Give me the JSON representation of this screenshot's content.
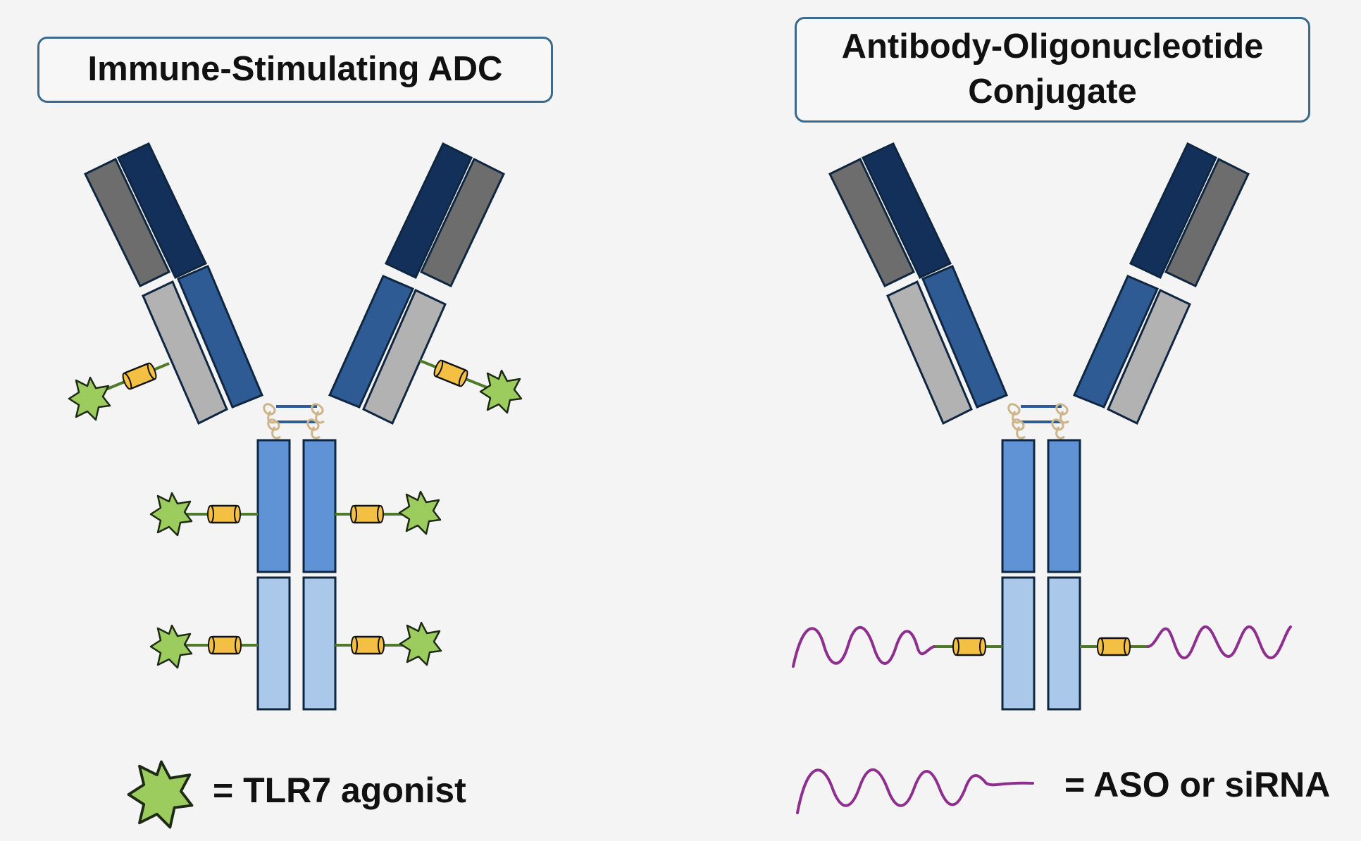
{
  "titles": {
    "left": "Immune-Stimulating ADC",
    "right_line1": "Antibody-Oligonucleotide",
    "right_line2": "Conjugate"
  },
  "legend": {
    "left": "= TLR7 agonist",
    "right": "= ASO or siRNA"
  },
  "colors": {
    "background": "#f4f4f4",
    "title_border": "#3b6a8c",
    "heavy_dark": "#12305a",
    "heavy_mid": "#2f5b94",
    "heavy_fc_upper": "#5f93d5",
    "heavy_fc_lower": "#a9c8ea",
    "light_dark": "#6d6d6d",
    "light_light": "#b2b2b2",
    "hinge_loop": "#cdb48a",
    "linker_line": "#4e7a2a",
    "linker_cylinder": "#f4c043",
    "tlr7_star": "#9ccc5e",
    "oligo_wave": "#8e2e8e"
  },
  "icons": {
    "payload_left": "green-star-icon",
    "payload_right": "purple-wave-icon"
  }
}
